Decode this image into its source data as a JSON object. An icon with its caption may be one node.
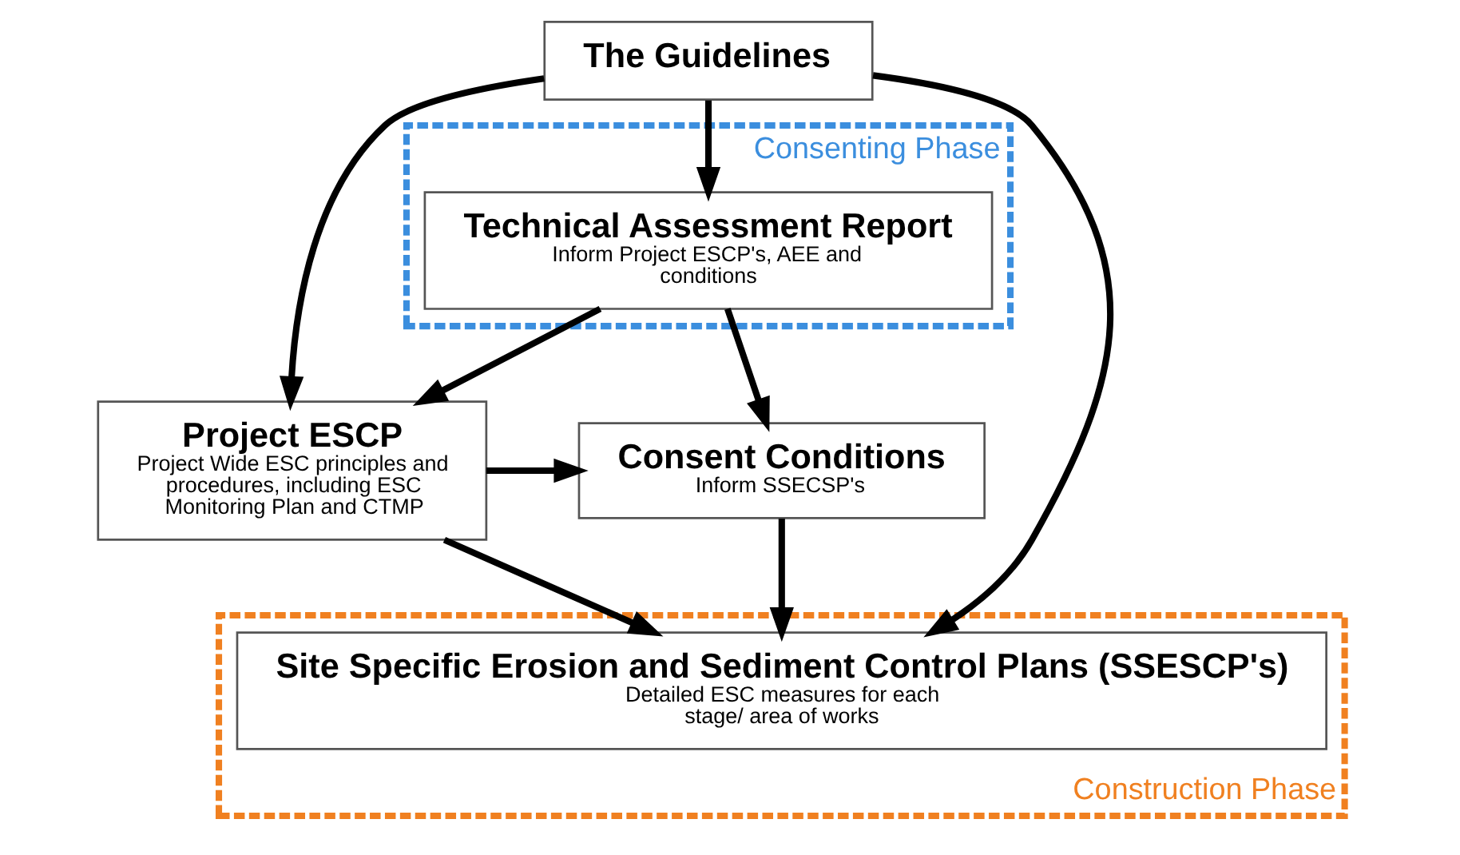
{
  "diagram": {
    "nodes": [
      {
        "text": [
          "The Guidelines"
        ]
      },
      {
        "text": [
          "Consenting Phase"
        ]
      },
      {
        "text": [
          "Technical Assessment Report",
          "Inform Project ESCP's, AEE and conditions"
        ],
        "in": 1
      },
      {
        "text": [
          "Project ESCP",
          "Project Wide ESC principles and procedures, including ESC Monitoring Plan and CTMP"
        ]
      },
      {
        "text": [
          "Consent Conditions",
          "Inform SSECSP's"
        ]
      },
      {
        "text": [
          "Construction Phase"
        ]
      },
      {
        "text": [
          "Site Specific Erosion and Sediment Control Plans (SSESCP's)",
          "Detailed ESC measures for each stage/ area of works"
        ],
        "in": 5
      }
    ],
    "edges": [
      {
        "from": 0,
        "to": 2,
        "arrow": "to"
      },
      {
        "from": 0,
        "to": 3,
        "arrow": "to"
      },
      {
        "from": 0,
        "to": 6,
        "arrow": "to"
      },
      {
        "from": 2,
        "to": 3,
        "arrow": "to"
      },
      {
        "from": 2,
        "to": 4,
        "arrow": "to"
      },
      {
        "from": 3,
        "to": 4,
        "arrow": "to"
      },
      {
        "from": 3,
        "to": 6,
        "arrow": "to"
      },
      {
        "from": 4,
        "to": 6,
        "arrow": "to"
      }
    ]
  }
}
